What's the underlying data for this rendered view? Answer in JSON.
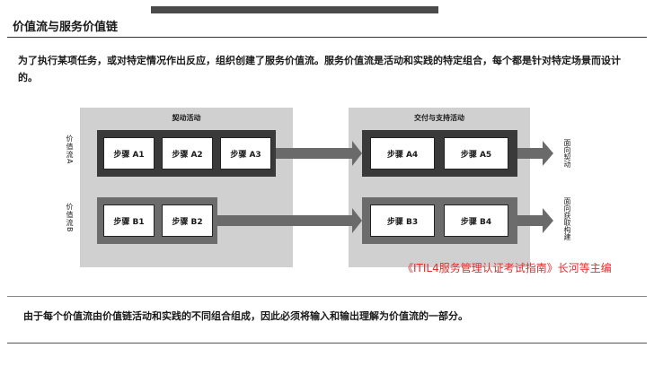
{
  "header": {
    "title": "价值流与服务价值链"
  },
  "intro_text": "为了执行某项任务，或对特定情况作出反应，组织创建了服务价值流。服务价值流是活动和实践的特定组合，每个都是针对特定场景而设计的。",
  "diagram": {
    "panel_left_label": "契动活动",
    "panel_right_label": "交付与支持活动",
    "streams": [
      {
        "label": "价值流A",
        "left_steps": [
          "步骤 A1",
          "步骤 A2",
          "步骤 A3"
        ],
        "right_steps": [
          "步骤 A4",
          "步骤 A5"
        ],
        "outcome": "面向契动"
      },
      {
        "label": "价值流B",
        "left_steps": [
          "步骤 B1",
          "步骤 B2"
        ],
        "right_steps": [
          "步骤 B3",
          "步骤 B4"
        ],
        "outcome": "面向获取构建"
      }
    ]
  },
  "watermark": "《ITIL4服务管理认证考试指南》长河等主编",
  "footer_text": "由于每个价值流由价值链活动和实践的不同组合组成，因此必须将输入和输出理解为价值流的一部分。"
}
